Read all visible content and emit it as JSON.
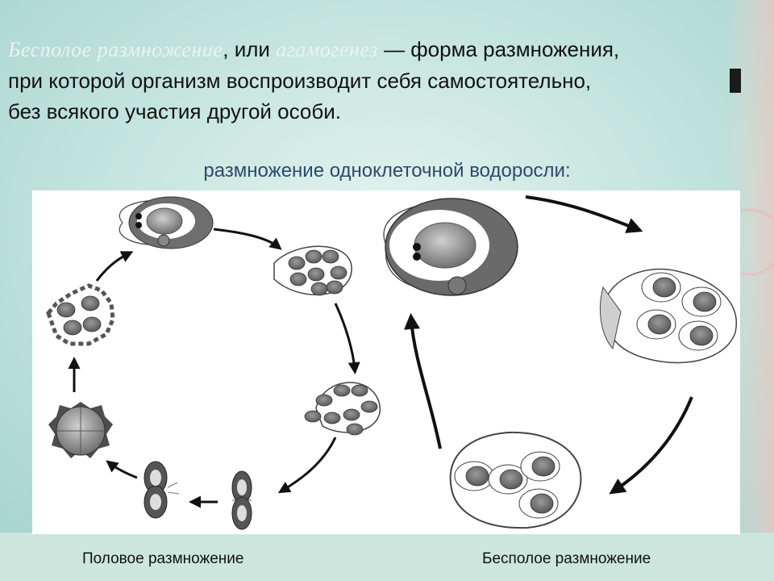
{
  "definition": {
    "term": "Бесполое размножение",
    "sep1": ", или ",
    "synonym": "агамогенез",
    "text_line1_tail": " — форма размножения,",
    "text_line2": "при которой организм воспроизводит себя самостоятельно,",
    "text_line3": "без всякого участия другой особи."
  },
  "subtitle": "размножение одноклеточной водоросли:",
  "captions": {
    "sexual": "Половое размножение",
    "asexual": "Бесполое размножение"
  },
  "colors": {
    "background": "#cfe8e2",
    "text": "#111111",
    "subtitle": "#2c4a6e",
    "panel": "#ffffff",
    "arrow": "#111111"
  }
}
